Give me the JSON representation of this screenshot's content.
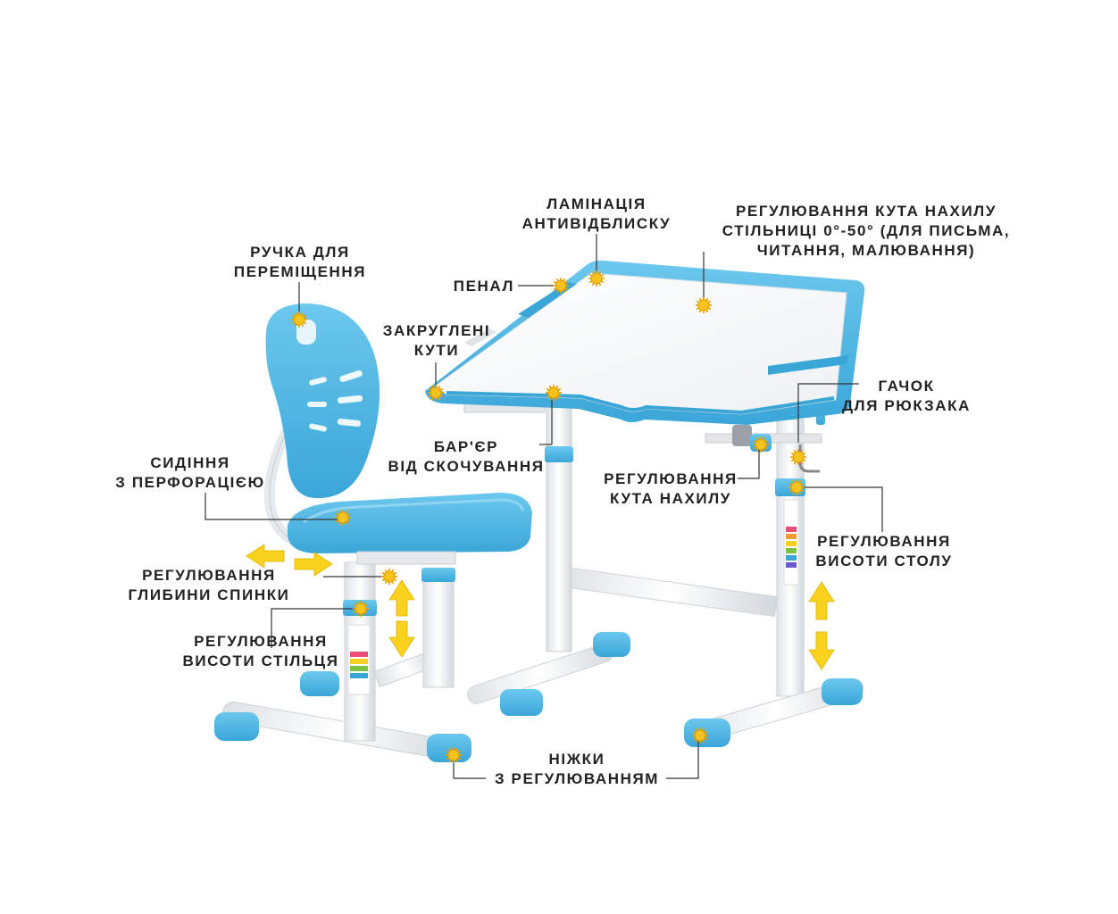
{
  "colors": {
    "accent_blue": "#4fb8e3",
    "accent_blue_dark": "#2f9dd0",
    "frame_white": "#f4f5f6",
    "marker_yellow": "#f7c21a",
    "arrow_yellow": "#f8d21c",
    "text": "#222222",
    "leader": "#333333"
  },
  "icons": {
    "hotspot": "sun-dot-icon",
    "arrow": "yellow-arrow-icon"
  },
  "labels": {
    "lamination": [
      "ЛАМІНАЦІЯ",
      "АНТИВІДБЛИСКУ"
    ],
    "tilt_top": [
      "РЕГУЛЮВАННЯ КУТА НАХИЛУ",
      "СТІЛЬНИЦІ 0°-50° (ДЛЯ ПИСЬМА,",
      "ЧИТАННЯ, МАЛЮВАННЯ)"
    ],
    "handle": [
      "РУЧКА ДЛЯ",
      "ПЕРЕМІЩЕННЯ"
    ],
    "pencil": [
      "ПЕНАЛ"
    ],
    "rounded": [
      "ЗАКРУГЛЕНІ",
      "КУТИ"
    ],
    "hook": [
      "ГАЧОК",
      "ДЛЯ РЮКЗАКА"
    ],
    "seat": [
      "СИДІННЯ",
      "З ПЕРФОРАЦІЄЮ"
    ],
    "barrier": [
      "БАР'ЄР",
      "ВІД СКОЧУВАННЯ"
    ],
    "tilt": [
      "РЕГУЛЮВАННЯ",
      "КУТА НАХИЛУ"
    ],
    "table_height": [
      "РЕГУЛЮВАННЯ",
      "ВИСОТИ СТОЛУ"
    ],
    "back_depth": [
      "РЕГУЛЮВАННЯ",
      "ГЛИБИНИ СПИНКИ"
    ],
    "chair_height": [
      "РЕГУЛЮВАННЯ",
      "ВИСОТИ СТІЛЬЦЯ"
    ],
    "feet": [
      "НІЖКИ",
      "З РЕГУЛЮВАННЯМ"
    ]
  }
}
